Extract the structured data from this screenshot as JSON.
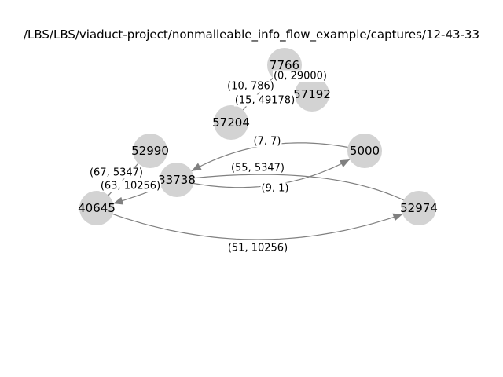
{
  "title": "/LBS/LBS/viaduct-project/nonmalleable_info_flow_example/captures/12-43-33",
  "nodes": [
    {
      "id": "n7766",
      "label": "7766"
    },
    {
      "id": "n57192",
      "label": "57192"
    },
    {
      "id": "n57204",
      "label": "57204"
    },
    {
      "id": "n52990",
      "label": "52990"
    },
    {
      "id": "n5000",
      "label": "5000"
    },
    {
      "id": "n33738",
      "label": "33738"
    },
    {
      "id": "n40645",
      "label": "40645"
    },
    {
      "id": "n52974",
      "label": "52974"
    }
  ],
  "edges": [
    {
      "id": "e1",
      "from": "n7766",
      "to": "n57192",
      "label": "(10, 786)"
    },
    {
      "id": "e2",
      "from": "n7766",
      "to": "n57192",
      "label": "(0, 29000)"
    },
    {
      "id": "e3",
      "from": "n57204",
      "to": "n7766",
      "label": "(15, 49178)"
    },
    {
      "id": "e4",
      "from": "n5000",
      "to": "n33738",
      "label": "(7, 7)"
    },
    {
      "id": "e5",
      "from": "n33738",
      "to": "n5000",
      "label": "(9, 1)"
    },
    {
      "id": "e6",
      "from": "n33738",
      "to": "n52974",
      "label": "(55, 5347)"
    },
    {
      "id": "e7",
      "from": "n52990",
      "to": "n40645",
      "label": "(67, 5347)"
    },
    {
      "id": "e8",
      "from": "n33738",
      "to": "n40645",
      "label": "(63, 10256)"
    },
    {
      "id": "e9",
      "from": "n40645",
      "to": "n52974",
      "label": "(51, 10256)"
    }
  ]
}
